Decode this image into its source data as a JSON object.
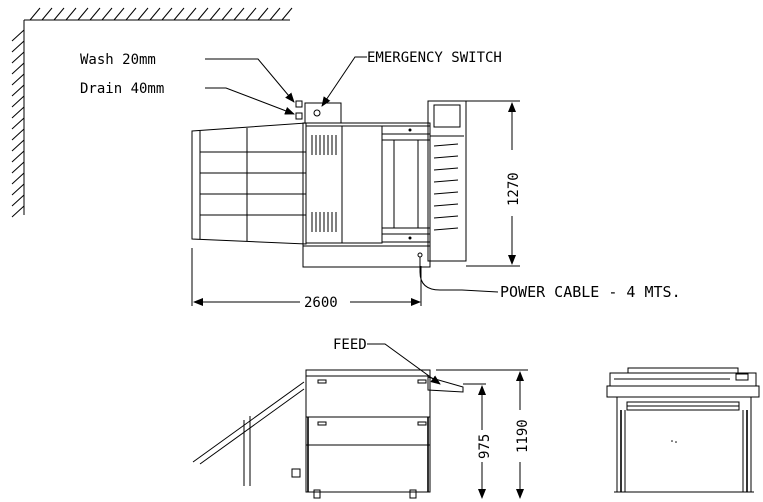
{
  "labels": {
    "wash": "Wash 20mm",
    "drain": "Drain 40mm",
    "emergency_switch": "EMERGENCY SWITCH",
    "power_cable": "POWER CABLE - 4 MTS.",
    "feed": "FEED"
  },
  "dimensions": {
    "top_width": "2600",
    "top_depth": "1270",
    "feed_height": "975",
    "total_height": "1190"
  },
  "colors": {
    "line": "#000000",
    "background": "#ffffff"
  }
}
